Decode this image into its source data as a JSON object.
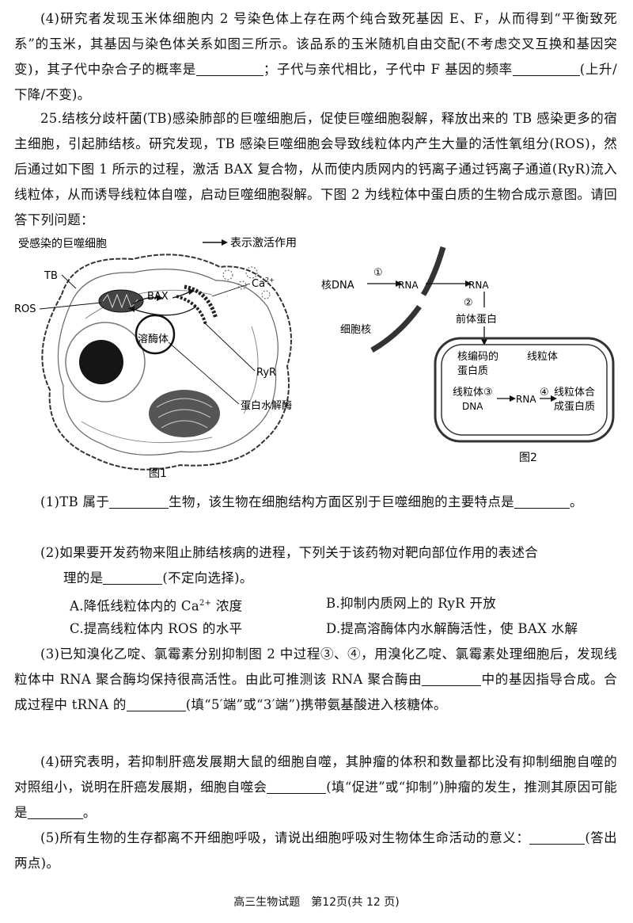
{
  "q24_4": {
    "lead": "(4)研究者发现玉米体细胞内 2 号染色体上存在两个纯合致死基因 E、F，从而得到“平衡致死系”的玉米，其基因与染色体关系如图三所示。该品系的玉米随机自由交配(不考虑交叉互换和基因突变)，其子代中杂合子的概率是",
    "mid": "；子代与亲代相比，子代中 F 基因的频率",
    "tail": "(上升/下降/不变)。"
  },
  "q25": {
    "stem": "25.结核分歧杆菌(TB)感染肺部的巨噬细胞后，促使巨噬细胞裂解，释放出来的 TB 感染更多的宿主细胞，引起肺结核。研究发现，TB 感染巨噬细胞会导致线粒体内产生大量的活性氧组分(ROS)，然后通过如下图 1 所示的过程，激活 BAX 复合物，从而使内质网内的钙离子通过钙离子通道(RyR)流入线粒体，从而诱导线粒体自噬，启动巨噬细胞裂解。下图 2 为线粒体中蛋白质的生物合成示意图。请回答下列问题："
  },
  "fig1": {
    "cell_label": "受感染的巨噬细胞",
    "legend": "表示激活作用",
    "tb": "TB",
    "ros": "ROS",
    "bax": "BAX",
    "ca": "Ca",
    "ca_sup": "2+",
    "lysosome": "溶酶体",
    "ryr": "RyR",
    "hydrolase": "蛋白水解酶",
    "caption": "图1"
  },
  "fig2": {
    "nuclear_dna": "核DNA",
    "step1": "①",
    "rna1": "RNA",
    "rna2": "RNA",
    "step2": "②",
    "precursor": "前体蛋白",
    "nucleus": "细胞核",
    "nuclear_protein_1": "核编码的",
    "nuclear_protein_2": "蛋白质",
    "mitochondrion": "线粒体",
    "mt_dna_1": "线粒体③",
    "mt_dna_2": "DNA",
    "rna3": "RNA",
    "step4": "④",
    "mt_protein_1": "线粒体合",
    "mt_protein_2": "成蛋白质",
    "caption": "图2"
  },
  "q1": {
    "a": "(1)TB 属于",
    "b": "生物，该生物在细胞结构方面区别于巨噬细胞的主要特点是",
    "c": "。"
  },
  "q2": {
    "a": "(2)如果要开发药物来阻止肺结核病的进程，下列关于该药物对靶向部位作用的表述合",
    "b": "理的是",
    "c": "(不定向选择)。",
    "optA": "A.降低线粒体内的 Ca",
    "optA_sup": "2+",
    "optA_end": " 浓度",
    "optB": "B.抑制内质网上的 RyR 开放",
    "optC": "C.提高线粒体内 ROS 的水平",
    "optD": "D.提高溶酶体内水解酶活性，使 BAX 水解"
  },
  "q3": {
    "a": "(3)已知溴化乙啶、氯霉素分别抑制图 2 中过程③、④，用溴化乙啶、氯霉素处理细胞后，发现线粒体中 RNA 聚合酶均保持很高活性。由此可推测该 RNA 聚合酶由",
    "b": "中的基因指导合成。合成过程中 tRNA 的",
    "c": "(填“5′端”或“3′端”)携带氨基酸进入核糖体。"
  },
  "q4": {
    "a": "(4)研究表明，若抑制肝癌发展期大鼠的细胞自噬，其肿瘤的体积和数量都比没有抑制细胞自噬的对照组小，说明在肝癌发展期，细胞自噬会",
    "b": "(填“促进”或“抑制”)肿瘤的发生，推测其原因可能是",
    "c": "。"
  },
  "q5": {
    "a": "(5)所有生物的生存都离不开细胞呼吸，请说出细胞呼吸对生物体生命活动的意义：",
    "b": "(答出两点)。"
  },
  "footer": "高三生物试题　第12页(共 12 页)"
}
